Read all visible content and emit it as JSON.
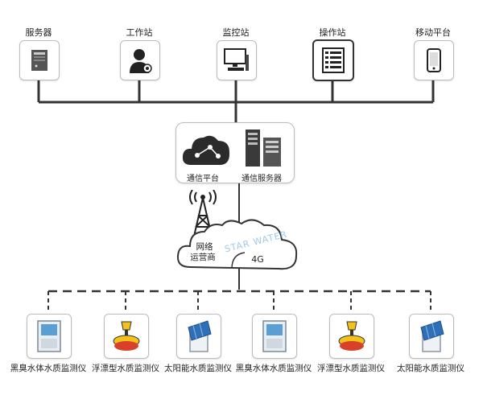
{
  "top_nodes": [
    {
      "label": "服务器",
      "icon": "server-icon"
    },
    {
      "label": "工作站",
      "icon": "workstation-user-icon"
    },
    {
      "label": "监控站",
      "icon": "monitor-computer-icon"
    },
    {
      "label": "操作站",
      "icon": "operation-panel-icon"
    },
    {
      "label": "移动平台",
      "icon": "mobile-phone-icon"
    }
  ],
  "hub": {
    "platform_label": "通信平台",
    "server_label": "通信服务器"
  },
  "network": {
    "operator_line1": "网络",
    "operator_line2": "运营商",
    "cloud_label": "4G",
    "watermark": "STAR WATER"
  },
  "devices": [
    {
      "label": "黑臭水体水质监测仪",
      "icon": "cabinet-icon"
    },
    {
      "label": "浮漂型水质监测仪",
      "icon": "buoy-icon"
    },
    {
      "label": "太阳能水质监测仪",
      "icon": "solar-panel-icon"
    },
    {
      "label": "黑臭水体水质监测仪",
      "icon": "cabinet-icon"
    },
    {
      "label": "浮漂型水质监测仪",
      "icon": "buoy-icon"
    },
    {
      "label": "太阳能水质监测仪",
      "icon": "solar-panel-icon"
    }
  ],
  "colors": {
    "line": "#333333",
    "accent_blue": "#2f8fd8",
    "buoy_yellow": "#f2c21b",
    "buoy_red": "#d8402a"
  }
}
